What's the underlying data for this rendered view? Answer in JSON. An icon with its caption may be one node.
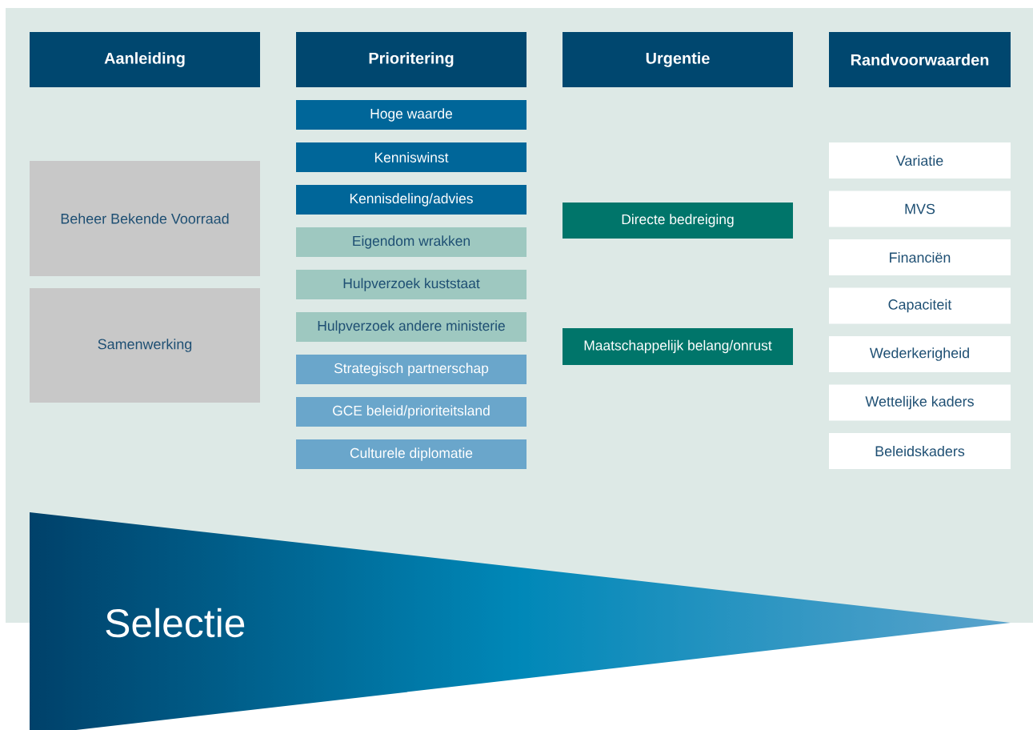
{
  "diagram": {
    "nodes": [
      {
        "text": [
          "Aanleiding"
        ]
      },
      {
        "text": [
          "Prioritering"
        ]
      },
      {
        "text": [
          "Urgentie"
        ]
      },
      {
        "text": [
          "Randvoorwaarden"
        ]
      },
      {
        "text": [
          "Beheer Bekende Voorraad"
        ]
      },
      {
        "text": [
          "Samenwerking"
        ]
      },
      {
        "text": [
          "Hoge waarde"
        ]
      },
      {
        "text": [
          "Kenniswinst"
        ]
      },
      {
        "text": [
          "Kennisdeling/advies"
        ]
      },
      {
        "text": [
          "Eigendom wrakken"
        ]
      },
      {
        "text": [
          "Hulpverzoek kuststaat"
        ]
      },
      {
        "text": [
          "Hulpverzoek andere ministerie"
        ]
      },
      {
        "text": [
          "Strategisch partnerschap"
        ]
      },
      {
        "text": [
          "GCE beleid/prioriteitsland"
        ]
      },
      {
        "text": [
          "Culturele diplomatie"
        ]
      },
      {
        "text": [
          "Directe bedreiging"
        ]
      },
      {
        "text": [
          "Maatschappelijk belang/onrust"
        ]
      },
      {
        "text": [
          "Variatie"
        ]
      },
      {
        "text": [
          "MVS"
        ]
      },
      {
        "text": [
          "Financiën"
        ]
      },
      {
        "text": [
          "Capaciteit"
        ]
      },
      {
        "text": [
          "Wederkerigheid"
        ]
      },
      {
        "text": [
          "Wettelijke kaders"
        ]
      },
      {
        "text": [
          "Beleidskaders"
        ]
      },
      {
        "text": [
          "Selectie"
        ]
      }
    ]
  }
}
